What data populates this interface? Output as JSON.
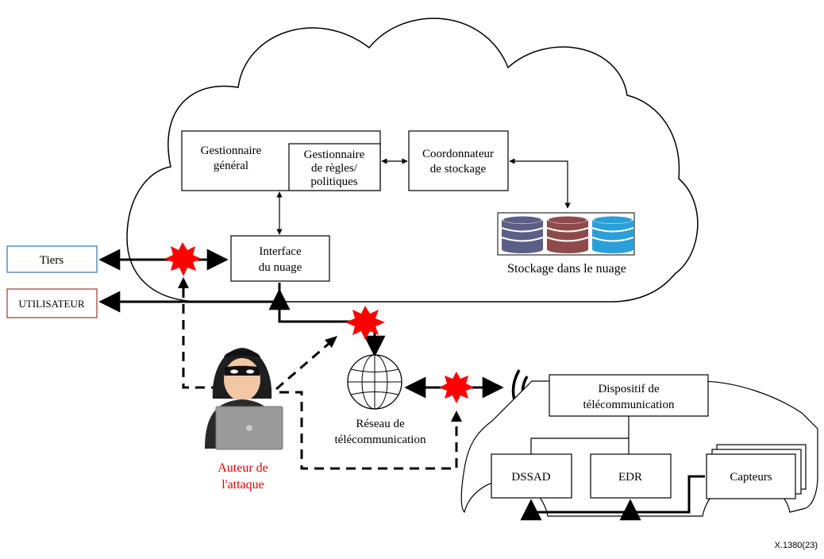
{
  "nodes": {
    "general_manager": "Gestionnaire\ngénéral",
    "rules_manager": "Gestionnaire\nde règles/\npolitiques",
    "storage_coordinator": "Coordonnateur\nde stockage",
    "cloud_interface": "Interface\ndu nuage",
    "cloud_storage": "Stockage dans le nuage",
    "third_party": "Tiers",
    "user": "UTILISATEUR",
    "telecom_network": "Réseau de\ntélécommunication",
    "telecom_device": "Dispositif de\ntélécommunication",
    "dssad": "DSSAD",
    "edr": "EDR",
    "sensors": "Capteurs",
    "attacker": "Auteur de\nl'attaque"
  },
  "figure_code": "X.1380(23)",
  "colors": {
    "attack_burst": "#ff0000",
    "third_party_border": "#2e75b6",
    "user_border": "#a83232",
    "attacker_label": "#e00000",
    "db_1": "#5b5f86",
    "db_2": "#8e4a4a",
    "db_3": "#2a9fd8"
  }
}
